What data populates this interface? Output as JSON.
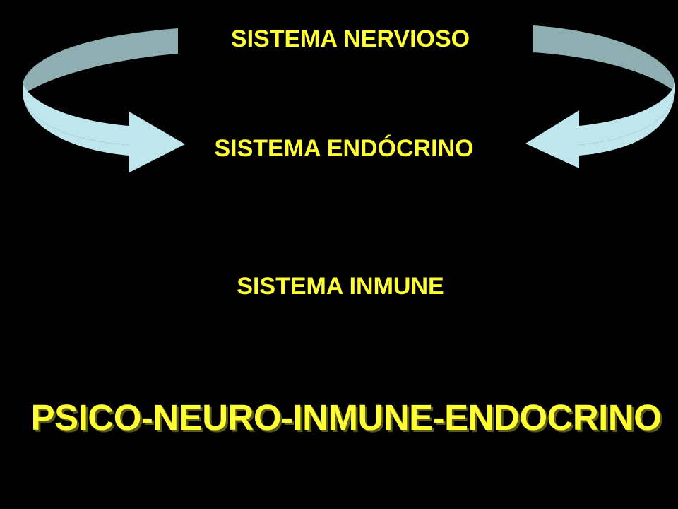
{
  "labels": {
    "nervioso": "SISTEMA NERVIOSO",
    "endocrino": "SISTEMA ENDÓCRINO",
    "inmune": "SISTEMA INMUNE",
    "pnie": "PSICO-NEURO-INMUNE-ENDOCRINO"
  },
  "colors": {
    "background": "#000000",
    "text": "#ffff33",
    "arrow_front": "#bfe6ec",
    "arrow_back": "#8faeb2"
  }
}
